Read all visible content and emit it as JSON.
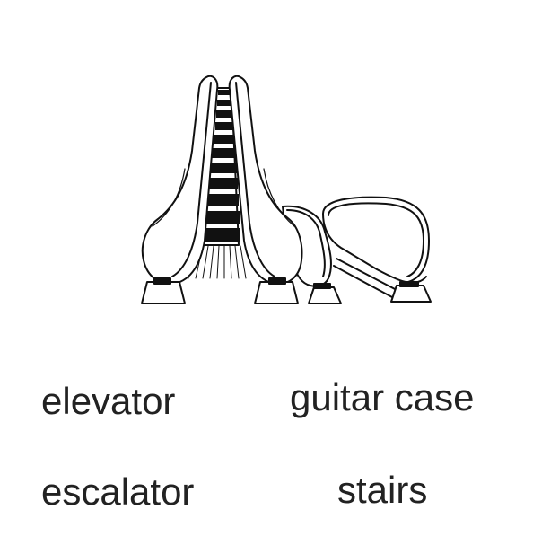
{
  "illustration": {
    "icon": "escalator-illustration",
    "ink_color": "#111111",
    "paper_color": "#ffffff"
  },
  "choices": [
    {
      "label": "elevator"
    },
    {
      "label": "guitar case"
    },
    {
      "label": "escalator"
    },
    {
      "label": "stairs"
    }
  ]
}
